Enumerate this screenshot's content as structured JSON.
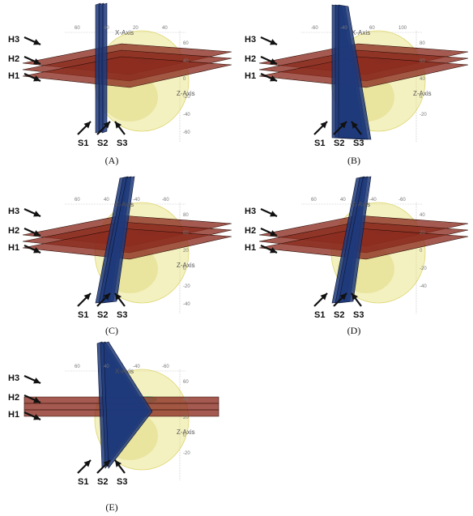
{
  "panels": [
    {
      "caption": "(A)",
      "h_labels": [
        "H3",
        "H2",
        "H1"
      ],
      "s_labels": [
        "S1",
        "S2",
        "S3"
      ],
      "axis_labels": [
        "X-Axis",
        "Z-Axis"
      ],
      "ticks": [
        "60",
        "40",
        "20",
        "40",
        "60",
        "40",
        "0",
        "-20",
        "-40",
        "-60"
      ]
    },
    {
      "caption": "(B)",
      "h_labels": [
        "H3",
        "H2",
        "H1"
      ],
      "s_labels": [
        "S1",
        "S2",
        "S3"
      ],
      "axis_labels": [
        "X-Axis",
        "Z-Axis"
      ],
      "ticks": [
        "-60",
        "-40",
        "60",
        "100",
        "80",
        "60",
        "40",
        "0",
        "-20"
      ]
    },
    {
      "caption": "(C)",
      "h_labels": [
        "H3",
        "H2",
        "H1"
      ],
      "s_labels": [
        "S1",
        "S2",
        "S3"
      ],
      "axis_labels": [
        "X-Axis",
        "Z-Axis"
      ],
      "ticks": [
        "60",
        "40",
        "-40",
        "-60",
        "80",
        "60",
        "20",
        "0",
        "-20",
        "-40"
      ]
    },
    {
      "caption": "(D)",
      "h_labels": [
        "H3",
        "H2",
        "H1"
      ],
      "s_labels": [
        "S1",
        "S2",
        "S3"
      ],
      "axis_labels": [
        "X-Axis"
      ],
      "ticks": [
        "60",
        "40",
        "-40",
        "-60",
        "40",
        "20",
        "0",
        "-20",
        "-40"
      ]
    },
    {
      "caption": "(E)",
      "h_labels": [
        "H3",
        "H2",
        "H1"
      ],
      "s_labels": [
        "S1",
        "S2",
        "S3"
      ],
      "axis_labels": [
        "X-Axis",
        "Z-Axis"
      ],
      "ticks": [
        "60",
        "40",
        "-40",
        "-60",
        "60",
        "40",
        "20",
        "0",
        "-20"
      ]
    }
  ],
  "colors": {
    "horizontal_plane": "#8b2c1f",
    "sagittal_plane": "#1f3a7a",
    "brain_fill": "#e8e07a",
    "lesion": "#6fd99a",
    "arrow": "#111111"
  }
}
